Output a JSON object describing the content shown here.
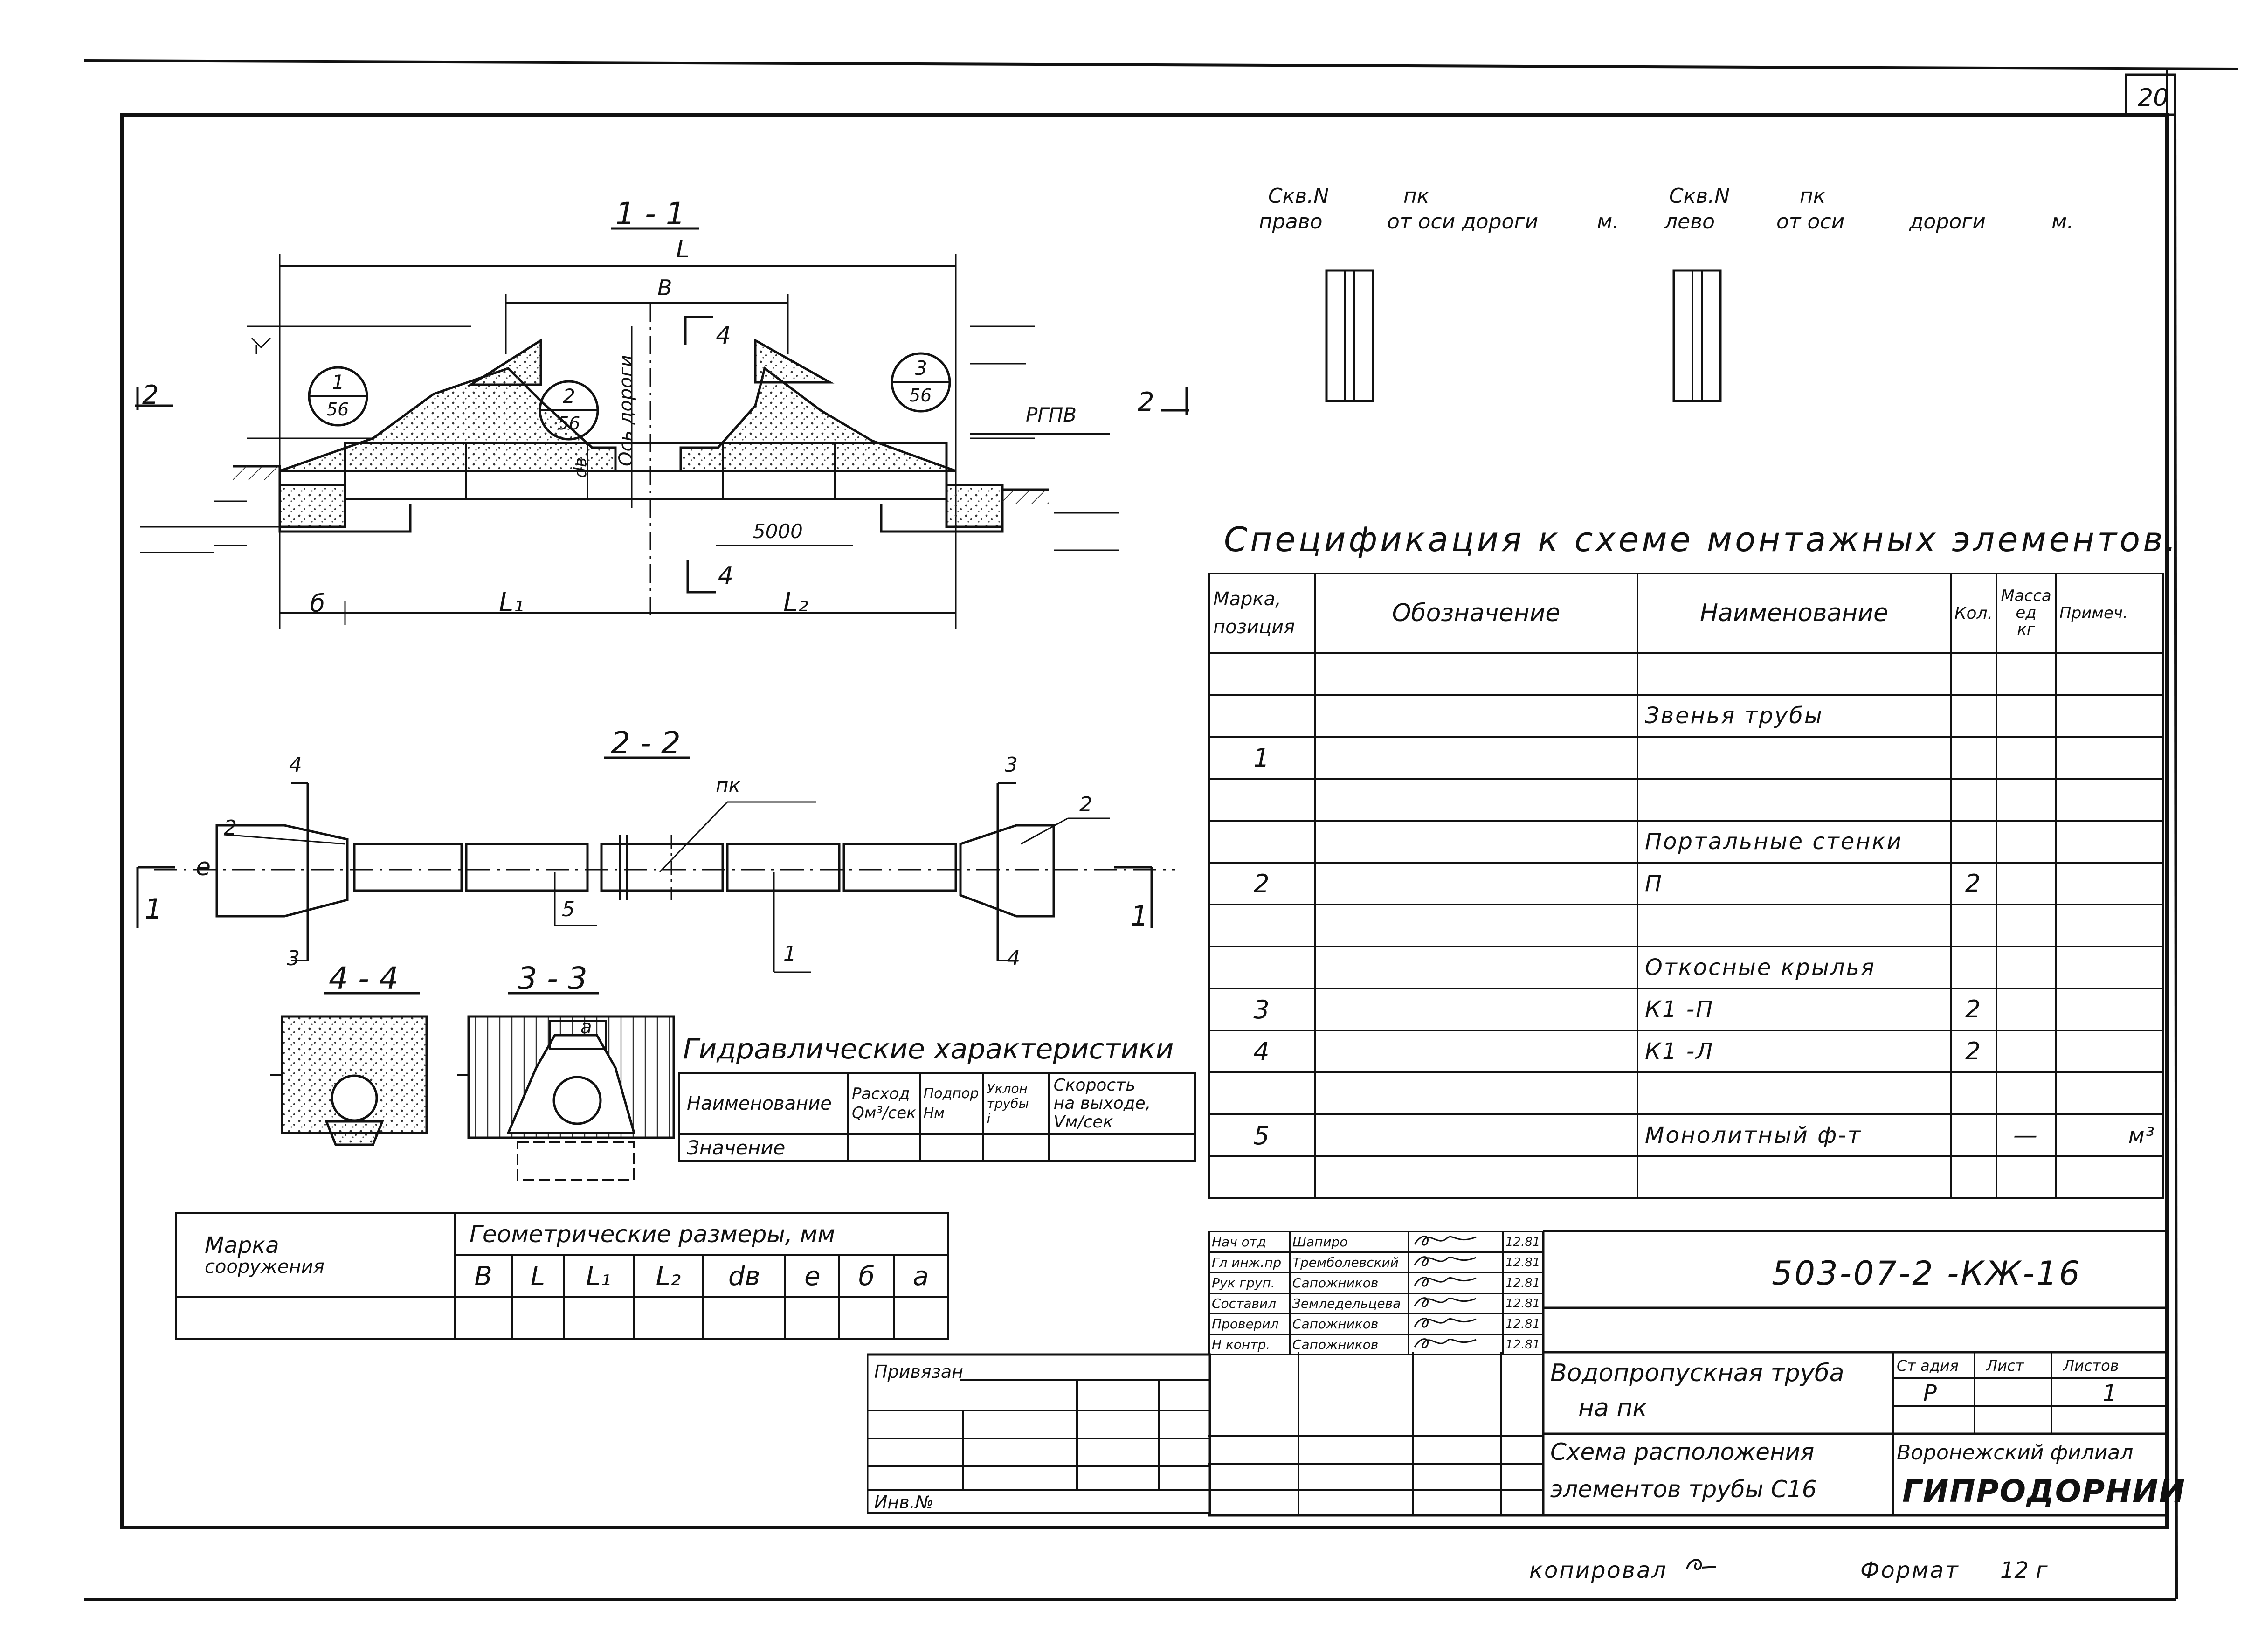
{
  "sheet": {
    "page_number": "20",
    "copied_by_label": "копировал",
    "format_label": "Формат",
    "format_value": "12 г"
  },
  "section_1_1": {
    "title": "1 - 1",
    "labels": {
      "L": "L",
      "B": "B",
      "b": "б",
      "L1": "L₁",
      "L2": "L₂",
      "dB": "dв",
      "road_axis": "Ось дороги",
      "dim_5000": "5000",
      "rgpv": "РГПВ",
      "cut_2": "2",
      "cut_4": "4",
      "ref_1": "1",
      "ref_2": "2",
      "ref_3": "3",
      "ref_sheet": "56"
    }
  },
  "section_2_2": {
    "title": "2 - 2",
    "labels": {
      "pk": "пк",
      "e": "е",
      "n1": "1",
      "n2": "2",
      "n3": "3",
      "n4": "4",
      "n5": "5"
    }
  },
  "section_4_4": {
    "title": "4 - 4"
  },
  "section_3_3": {
    "title": "3 - 3",
    "label_a": "а"
  },
  "wells": {
    "right": {
      "line1": "Скв.N",
      "line2": "право",
      "pk": "пк",
      "axis_text": "от оси дороги",
      "unit": "м."
    },
    "left": {
      "line1": "Скв.N",
      "line2": "лево",
      "pk": "пк",
      "axis_text": "от оси",
      "road": "дороги",
      "unit": "м."
    }
  },
  "hydraulics": {
    "title": "Гидравлические характеристики",
    "headers": {
      "name": "Наименование",
      "flow_1": "Расход",
      "flow_2": "Qм³/сек",
      "head_1": "Подпор",
      "head_2": "Нм",
      "slope_1": "Уклон",
      "slope_2": "трубы",
      "slope_3": "i",
      "speed_1": "Скорость",
      "speed_2": "на выходе,",
      "speed_3": "Vм/сек"
    },
    "row_label": "Значение"
  },
  "geometry": {
    "mark_1": "Марка",
    "mark_2": "сооружения",
    "title": "Геометрические размеры, мм",
    "columns": [
      "B",
      "L",
      "L₁",
      "L₂",
      "dв",
      "е",
      "б",
      "а"
    ]
  },
  "specification": {
    "title": "Спецификация к схеме монтажных элементов.",
    "headers": {
      "mark_1": "Марка,",
      "mark_2": "позиция",
      "designation": "Обозначение",
      "name": "Наименование",
      "qty": "Кол.",
      "mass_1": "Масса",
      "mass_2": "ед",
      "mass_3": "кг",
      "note": "Примеч."
    },
    "rows": [
      {
        "pos": "",
        "name": "",
        "qty": "",
        "mass": "",
        "note": ""
      },
      {
        "pos": "",
        "name": "Звенья трубы",
        "qty": "",
        "mass": "",
        "note": ""
      },
      {
        "pos": "1",
        "name": "",
        "qty": "",
        "mass": "",
        "note": ""
      },
      {
        "pos": "",
        "name": "",
        "qty": "",
        "mass": "",
        "note": ""
      },
      {
        "pos": "",
        "name": "Портальные стенки",
        "qty": "",
        "mass": "",
        "note": ""
      },
      {
        "pos": "2",
        "name": "П",
        "qty": "2",
        "mass": "",
        "note": ""
      },
      {
        "pos": "",
        "name": "",
        "qty": "",
        "mass": "",
        "note": ""
      },
      {
        "pos": "",
        "name": "Откосные крылья",
        "qty": "",
        "mass": "",
        "note": ""
      },
      {
        "pos": "3",
        "name": "К1 -П",
        "qty": "2",
        "mass": "",
        "note": ""
      },
      {
        "pos": "4",
        "name": "К1 -Л",
        "qty": "2",
        "mass": "",
        "note": ""
      },
      {
        "pos": "",
        "name": "",
        "qty": "",
        "mass": "",
        "note": ""
      },
      {
        "pos": "5",
        "name": "Монолитный ф-т",
        "qty": "",
        "mass": "—",
        "note": "м³"
      },
      {
        "pos": "",
        "name": "",
        "qty": "",
        "mass": "",
        "note": ""
      }
    ]
  },
  "title_block": {
    "signers": [
      {
        "role": "Нач отд",
        "name": "Шапиро",
        "date": "12.81"
      },
      {
        "role": "Гл инж.пр",
        "name": "Тремболевский",
        "date": "12.81"
      },
      {
        "role": "Рук груп.",
        "name": "Сапожников",
        "date": "12.81"
      },
      {
        "role": "Составил",
        "name": "Земледельцева",
        "date": "12.81"
      },
      {
        "role": "Проверил",
        "name": "Сапожников",
        "date": "12.81"
      },
      {
        "role": "Н контр.",
        "name": "Сапожников",
        "date": "12.81"
      }
    ],
    "doc_code": "503-07-2 -КЖ-16",
    "object_name_1": "Водопропускная труба",
    "object_name_2": "на пк",
    "sheet_title_1": "Схема расположения",
    "sheet_title_2": "элементов трубы С16",
    "stage_label": "Ст адия",
    "sheet_label": "Лист",
    "sheets_label": "Листов",
    "stage_value": "Р",
    "sheet_value": "",
    "sheets_value": "1",
    "org_1": "Воронежский филиал",
    "org_2": "ГИПРОДОРНИИ",
    "attached_label": "Привязан",
    "inv_label": "Инв.№"
  }
}
